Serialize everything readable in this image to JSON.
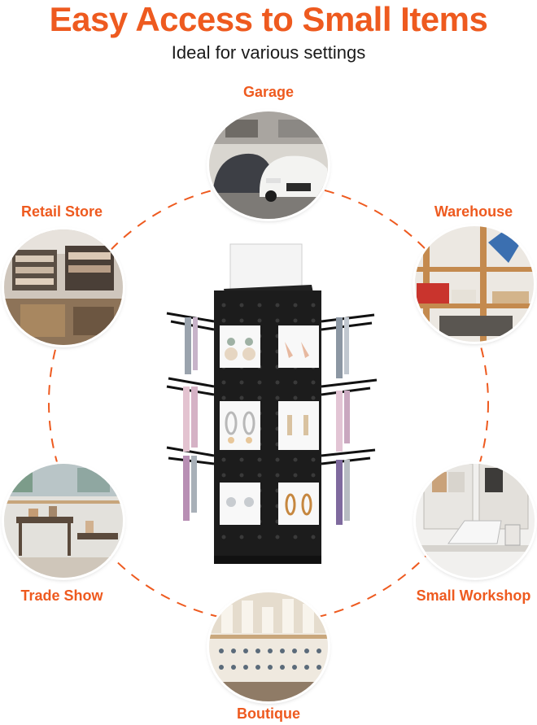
{
  "header": {
    "title": "Easy Access to Small Items",
    "subtitle": "Ideal for various settings"
  },
  "theme": {
    "accent": "#EE5A1F",
    "text": "#1a1a1a",
    "ring_color": "#EE5A1F"
  },
  "settings": [
    {
      "label": "Garage",
      "icon": "garage-photo"
    },
    {
      "label": "Retail Store",
      "icon": "retail-store-photo"
    },
    {
      "label": "Warehouse",
      "icon": "warehouse-photo"
    },
    {
      "label": "Trade Show",
      "icon": "trade-show-photo"
    },
    {
      "label": "Small Workshop",
      "icon": "small-workshop-photo"
    },
    {
      "label": "Boutique",
      "icon": "boutique-photo"
    }
  ],
  "product": {
    "icon": "rotating-jewelry-display-rack"
  }
}
